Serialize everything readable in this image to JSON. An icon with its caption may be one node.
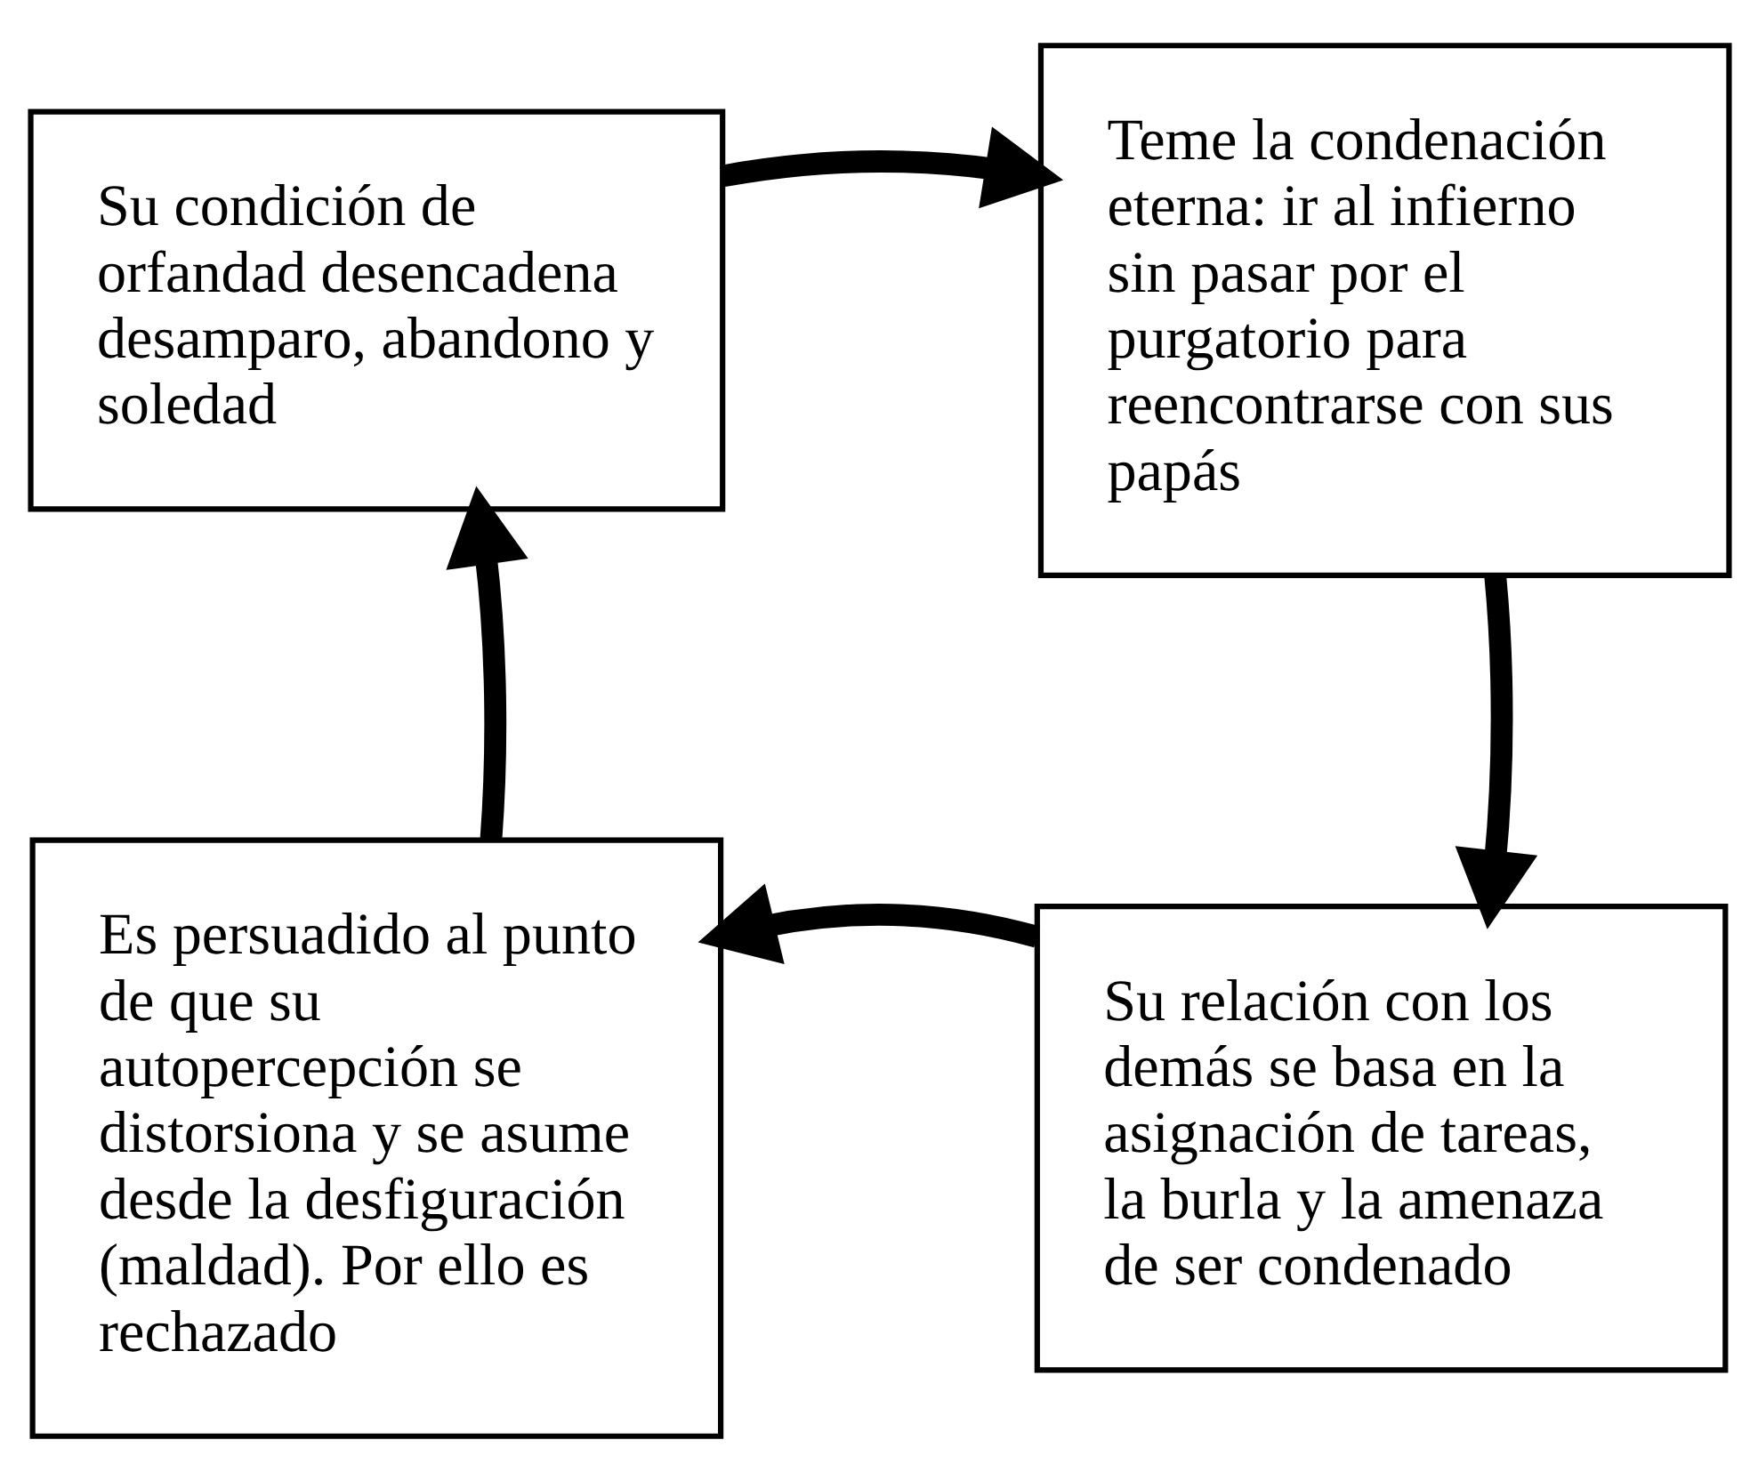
{
  "diagram": {
    "nodes": [
      {
        "text": [
          "Su condición de orfandad desencadena desamparo, abandono y soledad"
        ]
      },
      {
        "text": [
          "Teme la condenación eterna: ir al infierno sin pasar por el purgatorio para reencontrarse con sus papás"
        ]
      },
      {
        "text": [
          "Su relación con los demás se basa en la asignación de tareas, la burla y la amenaza de ser condenado"
        ]
      },
      {
        "text": [
          "Es persuadido al punto de que su autopercepción se distorsiona y se asume desde la desfiguración (maldad). Por ello es rechazado"
        ]
      }
    ],
    "edges": [
      {
        "from": 0,
        "to": 1,
        "arrow": "to"
      },
      {
        "from": 1,
        "to": 2,
        "arrow": "to"
      },
      {
        "from": 2,
        "to": 3,
        "arrow": "to"
      },
      {
        "from": 3,
        "to": 0,
        "arrow": "to"
      }
    ]
  }
}
